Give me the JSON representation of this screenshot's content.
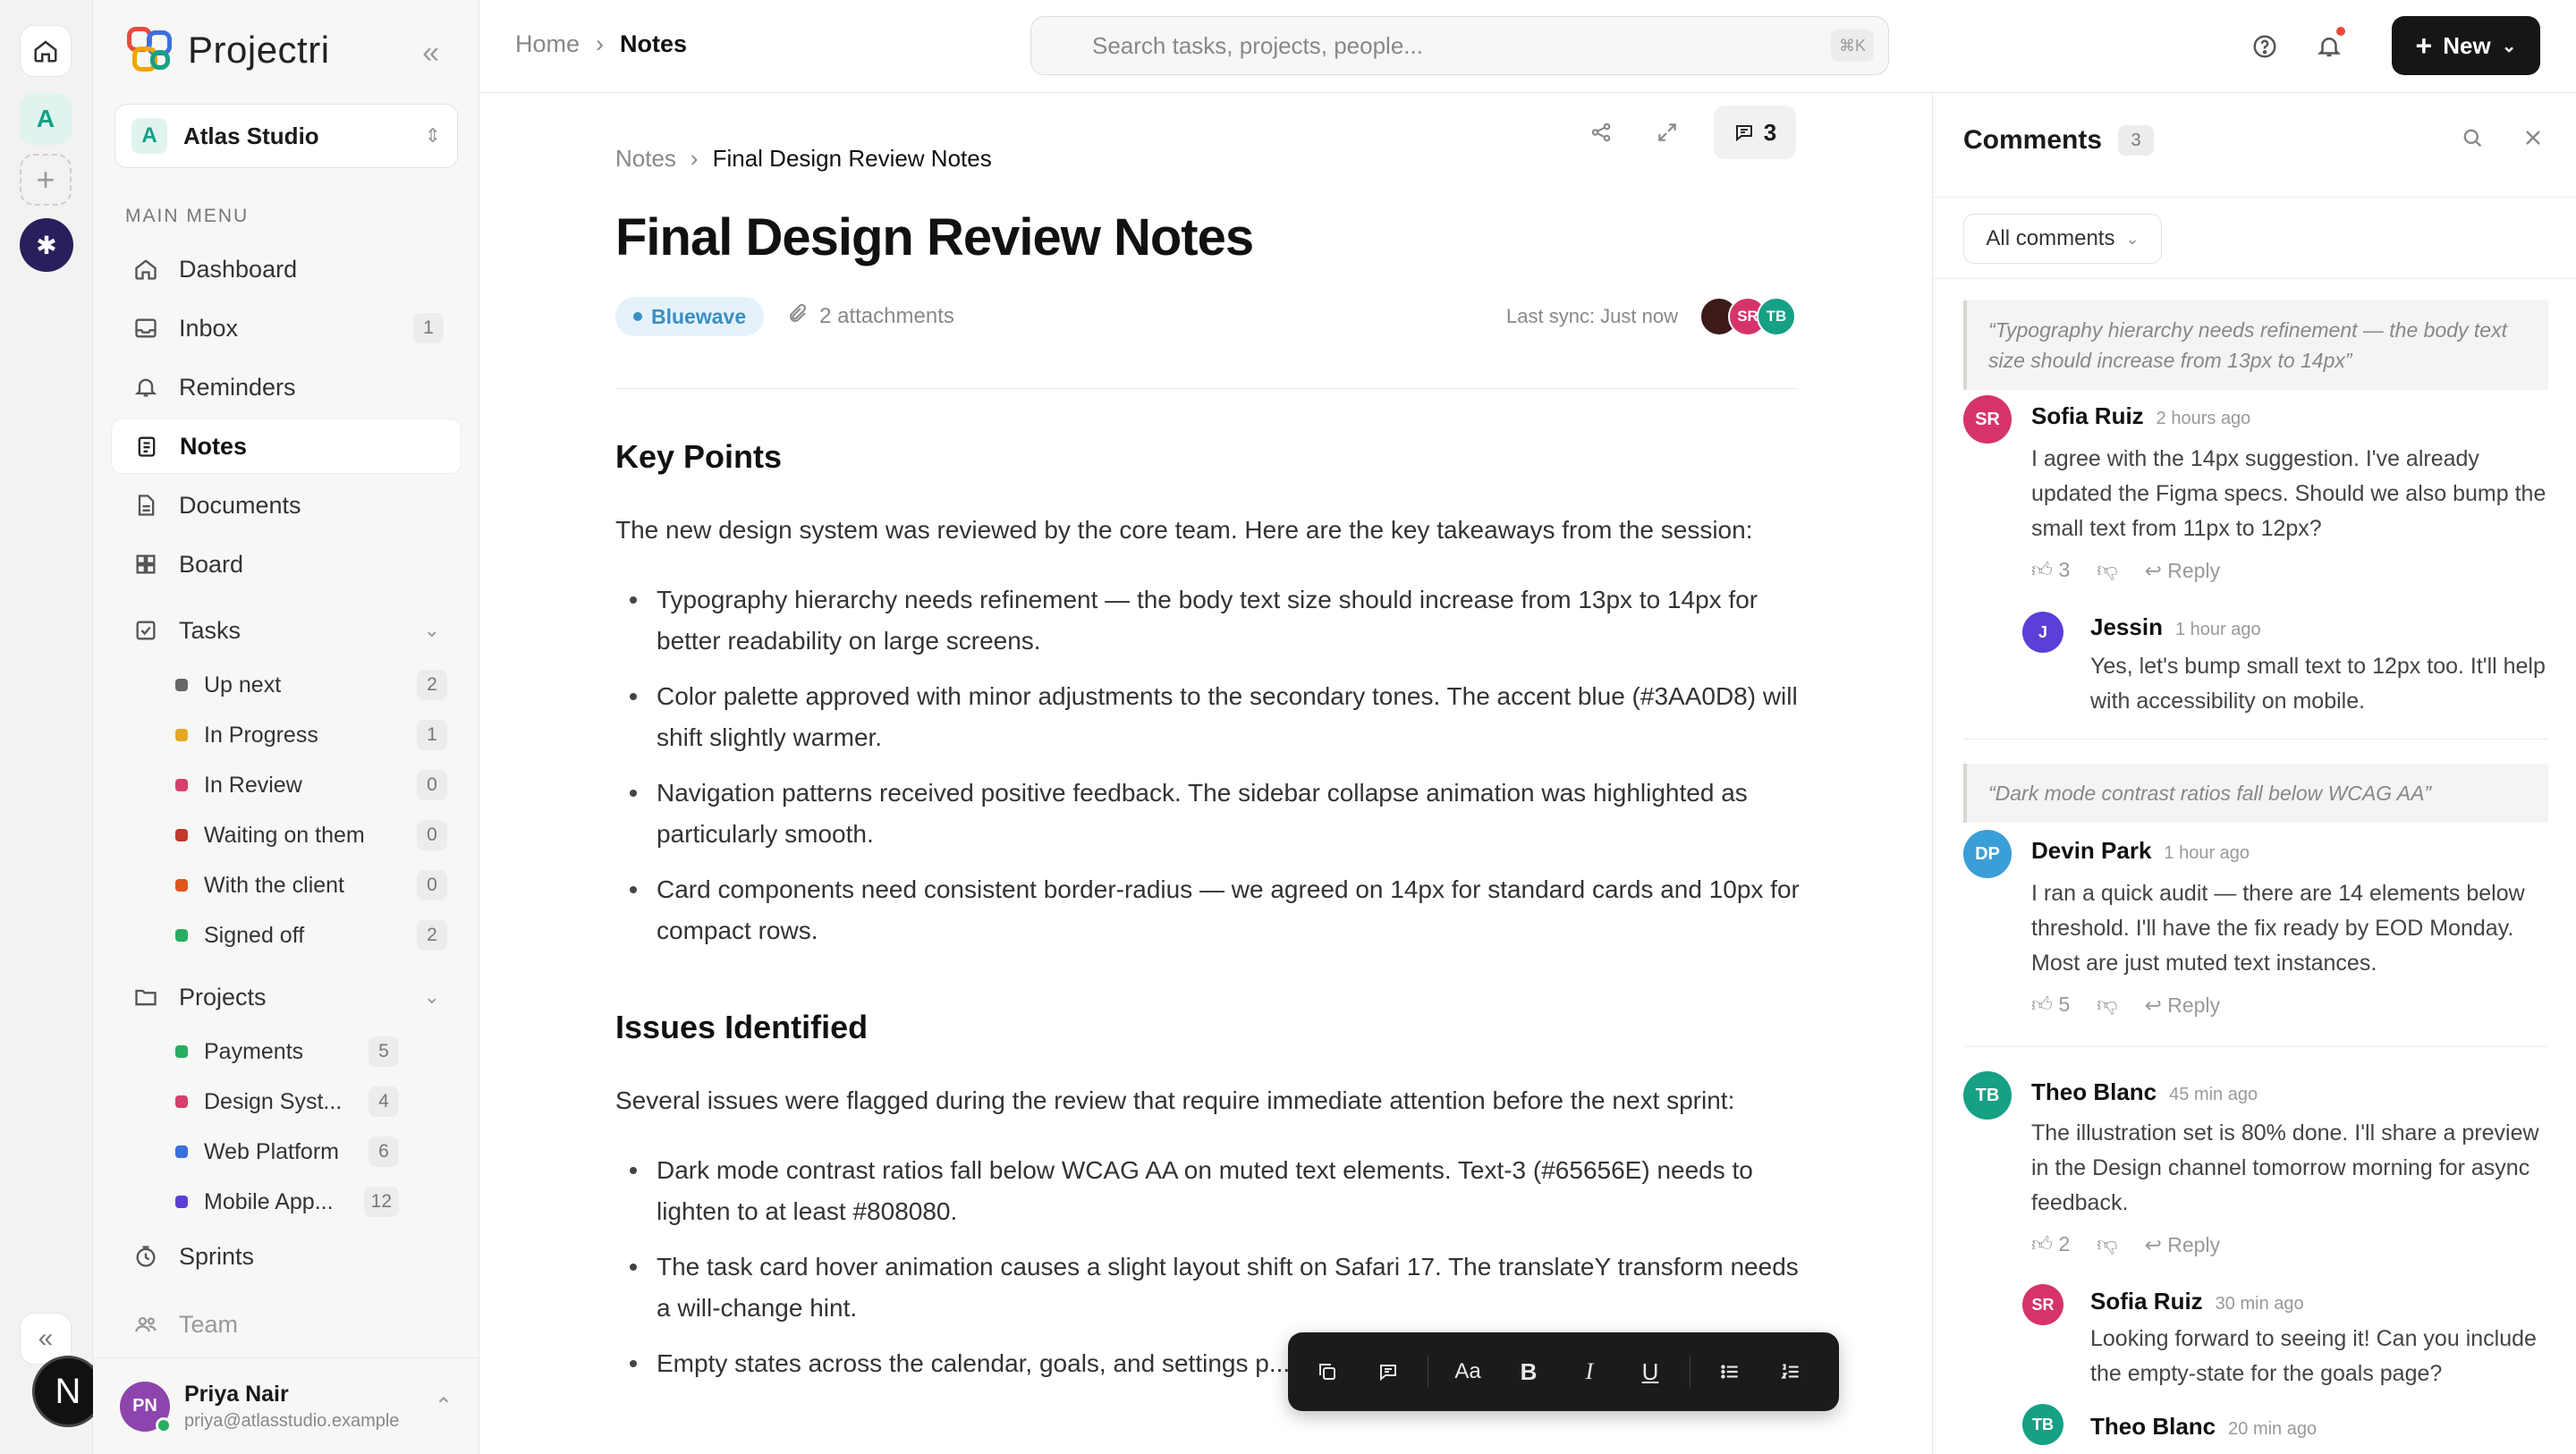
{
  "app": {
    "name": "Projectri"
  },
  "rail": {
    "workspace_initial": "A",
    "bottom_initial": "N"
  },
  "workspace": {
    "badge": "A",
    "name": "Atlas Studio"
  },
  "sidebar": {
    "section_label": "MAIN MENU",
    "items": [
      {
        "label": "Dashboard",
        "icon": "home-icon"
      },
      {
        "label": "Inbox",
        "icon": "inbox-icon",
        "count": "1"
      },
      {
        "label": "Reminders",
        "icon": "bell-icon"
      },
      {
        "label": "Notes",
        "icon": "notes-icon",
        "active": true
      },
      {
        "label": "Documents",
        "icon": "document-icon"
      },
      {
        "label": "Board",
        "icon": "grid-icon"
      },
      {
        "label": "Tasks",
        "icon": "checkbox-icon"
      },
      {
        "label": "Projects",
        "icon": "folder-icon"
      },
      {
        "label": "Sprints",
        "icon": "timer-icon"
      },
      {
        "label": "Team",
        "icon": "team-icon"
      }
    ],
    "task_groups": [
      {
        "label": "Up next",
        "count": "2",
        "color": "#666666"
      },
      {
        "label": "In Progress",
        "count": "1",
        "color": "#e5a823"
      },
      {
        "label": "In Review",
        "count": "0",
        "color": "#d63f6c"
      },
      {
        "label": "Waiting on them",
        "count": "0",
        "color": "#c0392b"
      },
      {
        "label": "With the client",
        "count": "0",
        "color": "#e0561c"
      },
      {
        "label": "Signed off",
        "count": "2",
        "color": "#27ae60"
      }
    ],
    "projects": [
      {
        "label": "Payments",
        "count": "5",
        "color": "#27ae60"
      },
      {
        "label": "Design Syst...",
        "count": "4",
        "color": "#d63f6c"
      },
      {
        "label": "Web Platform",
        "count": "6",
        "color": "#3b6fe0"
      },
      {
        "label": "Mobile App...",
        "count": "12",
        "color": "#5b3fd6"
      }
    ]
  },
  "user": {
    "initials": "PN",
    "name": "Priya Nair",
    "email": "priya@atlasstudio.example"
  },
  "topbar": {
    "crumb_home": "Home",
    "crumb_current": "Notes",
    "search_placeholder": "Search tasks, projects, people...",
    "search_kbd": "⌘K",
    "new_label": "New"
  },
  "doc": {
    "crumb_parent": "Notes",
    "crumb_current": "Final Design Review Notes",
    "title": "Final Design Review Notes",
    "tag": "Bluewave",
    "attachments": "2 attachments",
    "sync": "Last sync: Just now",
    "comment_count": "3",
    "section1_title": "Key Points",
    "section1_intro": "The new design system was reviewed by the core team. Here are the key takeaways from the session:",
    "section1_bullets": [
      "Typography hierarchy needs refinement — the body text size should increase from 13px to 14px for better readability on large screens.",
      "Color palette approved with minor adjustments to the secondary tones. The accent blue (#3AA0D8) will shift slightly warmer.",
      "Navigation patterns received positive feedback. The sidebar collapse animation was highlighted as particularly smooth.",
      "Card components need consistent border-radius — we agreed on 14px for standard cards and 10px for compact rows."
    ],
    "section2_title": "Issues Identified",
    "section2_intro": "Several issues were flagged during the review that require immediate attention before the next sprint:",
    "section2_bullets": [
      "Dark mode contrast ratios fall below WCAG AA on muted text elements. Text-3 (#65656E) needs to lighten to at least #808080.",
      "The task card hover animation causes a slight layout shift on Safari 17. The translateY transform needs a will-change hint.",
      "Empty states across the calendar, goals, and settings p... illustrations and copy."
    ]
  },
  "comments": {
    "title": "Comments",
    "count": "3",
    "filter": "All comments",
    "reply_label": "Reply",
    "threads": [
      {
        "quote": "“Typography hierarchy needs refinement — the body text size should increase from 13px to 14px”",
        "author": "Sofia Ruiz",
        "initials": "SR",
        "time": "2 hours ago",
        "text": "I agree with the 14px suggestion. I've already updated the Figma specs. Should we also bump the small text from 11px to 12px?",
        "likes": "3",
        "reply": {
          "author": "Jessin",
          "initials": "J",
          "time": "1 hour ago",
          "text": "Yes, let's bump small text to 12px too. It'll help with accessibility on mobile."
        }
      },
      {
        "quote": "“Dark mode contrast ratios fall below WCAG AA”",
        "author": "Devin Park",
        "initials": "DP",
        "time": "1 hour ago",
        "text": "I ran a quick audit — there are 14 elements below threshold. I'll have the fix ready by EOD Monday. Most are just muted text instances.",
        "likes": "5"
      },
      {
        "author": "Theo Blanc",
        "initials": "TB",
        "time": "45 min ago",
        "text": "The illustration set is 80% done. I'll share a preview in the Design channel tomorrow morning for async feedback.",
        "likes": "2",
        "reply": {
          "author": "Sofia Ruiz",
          "initials": "SR",
          "time": "30 min ago",
          "text": "Looking forward to seeing it! Can you include the empty-state for the goals page?"
        },
        "reply2": {
          "author": "Theo Blanc",
          "initials": "TB",
          "time": "20 min ago"
        }
      }
    ]
  }
}
